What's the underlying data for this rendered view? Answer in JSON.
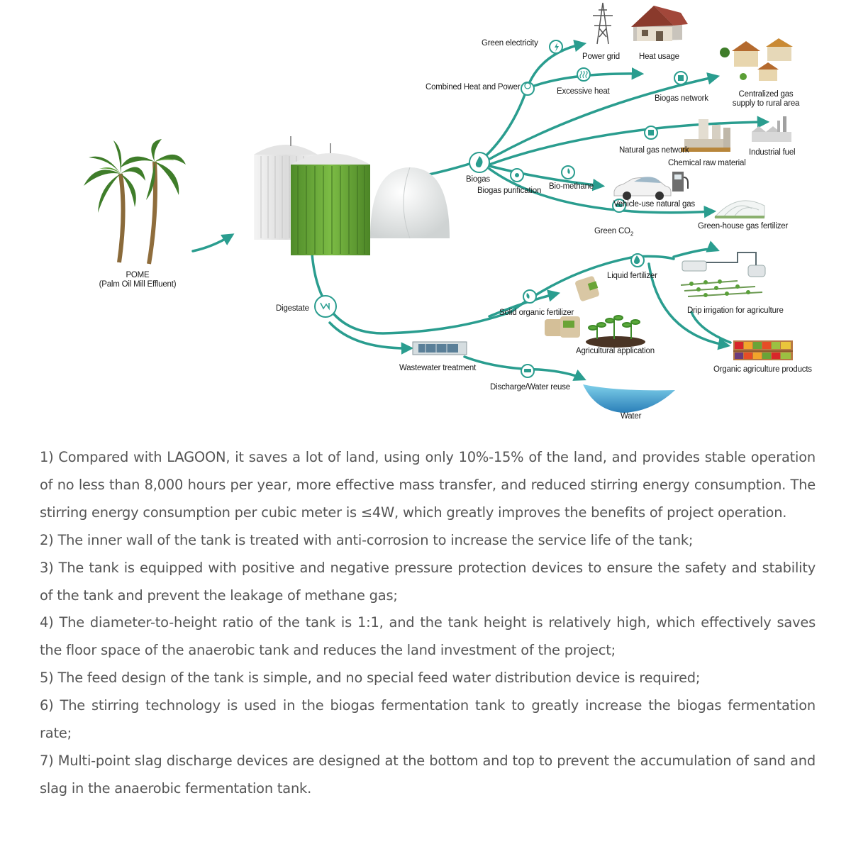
{
  "labels": {
    "pome": "POME",
    "pome_sub": "(Palm Oil Mill Effluent)",
    "digestate": "Digestate",
    "green_electricity": "Green electricity",
    "power_grid": "Power grid",
    "heat_usage": "Heat usage",
    "chp": "Combined Heat and Power",
    "excessive_heat": "Excessive heat",
    "biogas_network": "Biogas network",
    "centralized_gas": "Centralized gas",
    "centralized_gas_2": "supply to rural area",
    "natural_gas_network": "Natural gas network",
    "industrial_fuel": "Industrial fuel",
    "chemical_raw_material": "Chemical raw material",
    "biogas": "Biogas",
    "biogas_purification": "Biogas purification",
    "bio_methane": "Bio-methane",
    "vehicle_use": "Vehicle-use natural gas",
    "green_co2": "Green CO",
    "green_co2_sub": "2",
    "greenhouse": "Green-house gas fertilizer",
    "liquid_fertilizer": "Liquid fertilizer",
    "drip_irrigation": "Drip irrigation for agriculture",
    "solid_fertilizer": "Solid organic fertilizer",
    "agricultural_application": "Agricultural application",
    "organic_products": "Organic agriculture products",
    "wastewater_treatment": "Wastewater treatment",
    "discharge": "Discharge/Water reuse",
    "water": "Water"
  },
  "features": [
    "1)  Compared with LAGOON, it saves a lot of land, using only 10%-15% of the land, and provides stable operation of no less than 8,000 hours per year, more effective mass transfer, and reduced stirring energy consumption. The stirring energy consumption per cubic meter is ≤4W, which greatly improves the benefits of project operation.",
    "2) The inner wall of the tank is treated with anti-corrosion to increase the service life of the tank;",
    "3) The tank is equipped with positive and negative pressure protection devices to ensure the safety and stability of the tank and prevent the leakage of methane gas;",
    "4) The diameter-to-height ratio of the tank is 1:1, and the tank height is relatively high, which effectively saves the floor space of the anaerobic tank and reduces the land investment of the project;",
    "5) The feed design of the tank is simple, and no special feed water distribution device is required;",
    "6) The stirring technology is used in the biogas fermentation tank to greatly increase the biogas fermentation rate;",
    "7) Multi-point slag discharge devices are designed at the bottom and top to prevent the accumulation of sand and slag in the anaerobic fermentation tank."
  ],
  "colors": {
    "flow": "#2a9d8f",
    "tank_green": "#6aa437",
    "text": "#555555"
  }
}
